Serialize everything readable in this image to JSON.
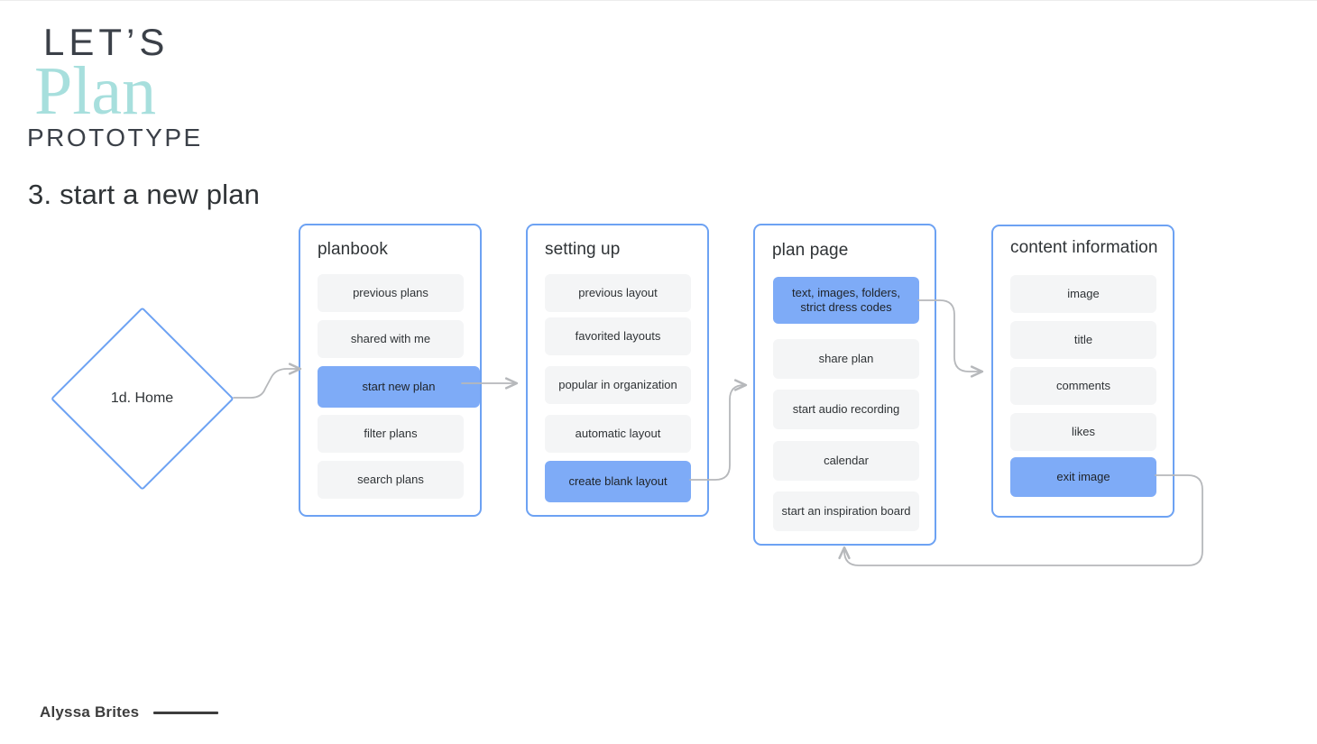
{
  "logo": {
    "line1": "LET’S",
    "line2": "Plan",
    "line3": "PROTOTYPE",
    "accent_color": "#a7dfdd",
    "text_color": "#3b4048"
  },
  "page": {
    "title": "3. start a new plan",
    "background": "#ffffff"
  },
  "start_node": {
    "label": "1d. Home",
    "shape": "diamond",
    "border_color": "#6da2f3"
  },
  "theme": {
    "card_border": "#6da2f3",
    "row_background": "#f4f5f6",
    "row_highlight": "#7eabf7",
    "connector_color": "#b6b8bb",
    "text_color": "#2f3336"
  },
  "cards": [
    {
      "title": "planbook",
      "rows": [
        {
          "label": "previous plans",
          "highlighted": false
        },
        {
          "label": "shared with me",
          "highlighted": false
        },
        {
          "label": "start new plan",
          "highlighted": true
        },
        {
          "label": "filter plans",
          "highlighted": false
        },
        {
          "label": "search plans",
          "highlighted": false
        }
      ]
    },
    {
      "title": "setting up",
      "rows": [
        {
          "label": "previous layout",
          "highlighted": false
        },
        {
          "label": "favorited layouts",
          "highlighted": false
        },
        {
          "label": "popular in organization",
          "highlighted": false
        },
        {
          "label": "automatic layout",
          "highlighted": false
        },
        {
          "label": "create blank layout",
          "highlighted": true
        }
      ]
    },
    {
      "title": "plan page",
      "rows": [
        {
          "label": "text, images, folders, strict dress codes",
          "highlighted": true
        },
        {
          "label": "share plan",
          "highlighted": false
        },
        {
          "label": "start audio recording",
          "highlighted": false
        },
        {
          "label": "calendar",
          "highlighted": false
        },
        {
          "label": "start an inspiration board",
          "highlighted": false
        }
      ]
    },
    {
      "title": "content information",
      "rows": [
        {
          "label": "image",
          "highlighted": false
        },
        {
          "label": "title",
          "highlighted": false
        },
        {
          "label": "comments",
          "highlighted": false
        },
        {
          "label": "likes",
          "highlighted": false
        },
        {
          "label": "exit image",
          "highlighted": true
        }
      ]
    }
  ],
  "connectors": [
    {
      "name": "home-to-planbook",
      "from": "1d. Home",
      "to": "start new plan"
    },
    {
      "name": "planbook-to-setting-up",
      "from": "start new plan",
      "to": "setting up"
    },
    {
      "name": "setting-up-to-plan-page",
      "from": "create blank layout",
      "to": "plan page"
    },
    {
      "name": "plan-page-to-content-information",
      "from": "text, images, folders, strict dress codes",
      "to": "content information"
    },
    {
      "name": "content-information-back-to-plan-page",
      "from": "exit image",
      "to": "plan page"
    }
  ],
  "footer": {
    "author": "Alyssa Brites"
  }
}
